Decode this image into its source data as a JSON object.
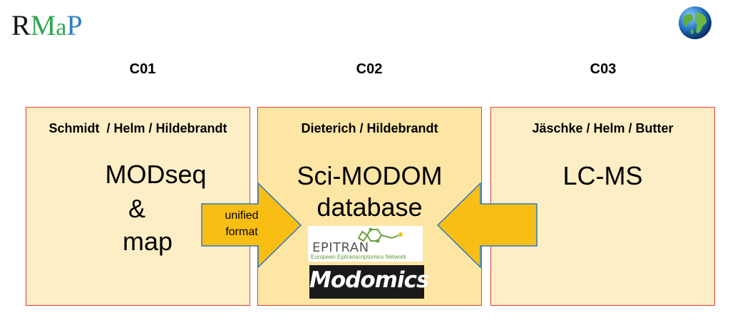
{
  "logo": {
    "letters": [
      "R",
      "M",
      "a",
      "P"
    ],
    "colors": [
      "#111111",
      "#2fa84f",
      "#2fa84f",
      "#2f7fc4"
    ]
  },
  "globe_icon": "globe-icon",
  "columns": [
    {
      "header": "C01",
      "authors": "Schmidt  / Helm / Hildebrandt",
      "title_lines": [
        "MODseq",
        "&",
        "map"
      ]
    },
    {
      "header": "C02",
      "authors": "Dieterich / Hildebrandt",
      "title_lines": [
        "Sci-MODOM",
        "database"
      ]
    },
    {
      "header": "C03",
      "authors": "Jäschke / Helm / Butter",
      "title_lines": [
        "LC-MS"
      ]
    }
  ],
  "arrow_left": {
    "lines": [
      "unified",
      "format"
    ]
  },
  "logos": {
    "epitran_title": "EPITRAN",
    "epitran_subtitle": "European Epitranscriptomics Network",
    "modomics": "Modomics"
  },
  "colors": {
    "border": "#e0413a",
    "box_fill": "#fdeec5",
    "mid_fill": "#fde5a3",
    "arrow": "#f9be14",
    "arrow_stroke": "#2e78c0"
  }
}
